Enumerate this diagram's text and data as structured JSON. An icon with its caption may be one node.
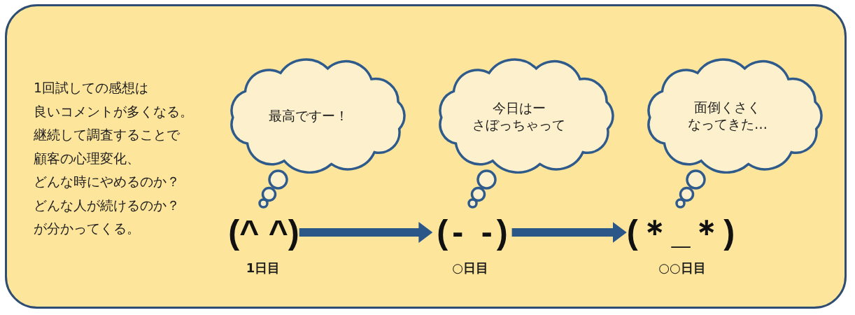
{
  "diagram": {
    "nodes": [
      {
        "text": [
          "1回試しての感想は良いコメントが多くなる。継続して調査することで顧客の心理変化、どんな時にやめるのか？どんな人が続けるのか？が分かってくる。"
        ]
      },
      {
        "text": [
          "最高ですー！"
        ],
        "in": 0
      },
      {
        "text": [
          "(^ ^)"
        ],
        "beside": [
          "1日目"
        ],
        "in": 0
      },
      {
        "text": [
          "今日はーさぼっちゃって"
        ],
        "in": 0
      },
      {
        "text": [
          "(- -)"
        ],
        "beside": [
          "○日目"
        ],
        "in": 0
      },
      {
        "text": [
          "面倒くさくなってきた…"
        ],
        "in": 0
      },
      {
        "text": [
          "(＊_＊)"
        ],
        "beside": [
          "○○日目"
        ],
        "in": 0
      }
    ],
    "edges": [
      {
        "from": 2,
        "to": 4,
        "arrow": "to"
      },
      {
        "from": 4,
        "to": 6,
        "arrow": "to"
      }
    ]
  }
}
